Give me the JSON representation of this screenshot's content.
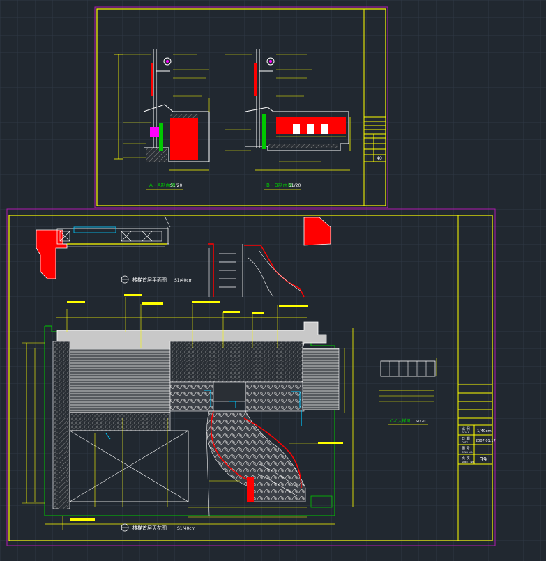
{
  "colors": {
    "background": "#212830",
    "grid": "#2e3845",
    "sheet_border": "#b01ab0",
    "frame": "#ffff00",
    "wall_fill": "#ff0000",
    "outline": "#ffffff",
    "hatch": "#d8d8d8",
    "accent_green": "#00c800",
    "accent_cyan": "#00c8ff",
    "accent_magenta": "#ff00ff",
    "stone_fill": "#c8c8c8"
  },
  "sheet_top": {
    "section_a_label": "A - A剖面图",
    "section_a_scale": "S1/20",
    "section_b_label": "B - B剖面图",
    "section_b_scale": "S1/20",
    "title_block": [
      "",
      "",
      "",
      "",
      "",
      "",
      "",
      "40"
    ]
  },
  "sheet_bottom": {
    "plan_title": "楼梯首层平面图",
    "plan_scale": "S1/40cm",
    "ceiling_title": "楼梯首层天花图",
    "ceiling_scale": "S1/40cm",
    "detail_title": "C-C大样图",
    "detail_scale": "S1/20",
    "title_block": {
      "scale_label": "比 例",
      "scale_sub": "SCALE",
      "scale_value": "1/40cm",
      "date_label": "日 期",
      "date_sub": "DATE",
      "date_value": "2007.01.17",
      "drawing_label": "图 号",
      "drawing_sub": "DWG NO.",
      "sheet_label": "页 次",
      "sheet_sub": "SHEET NO.",
      "sheet_value": "39"
    }
  }
}
